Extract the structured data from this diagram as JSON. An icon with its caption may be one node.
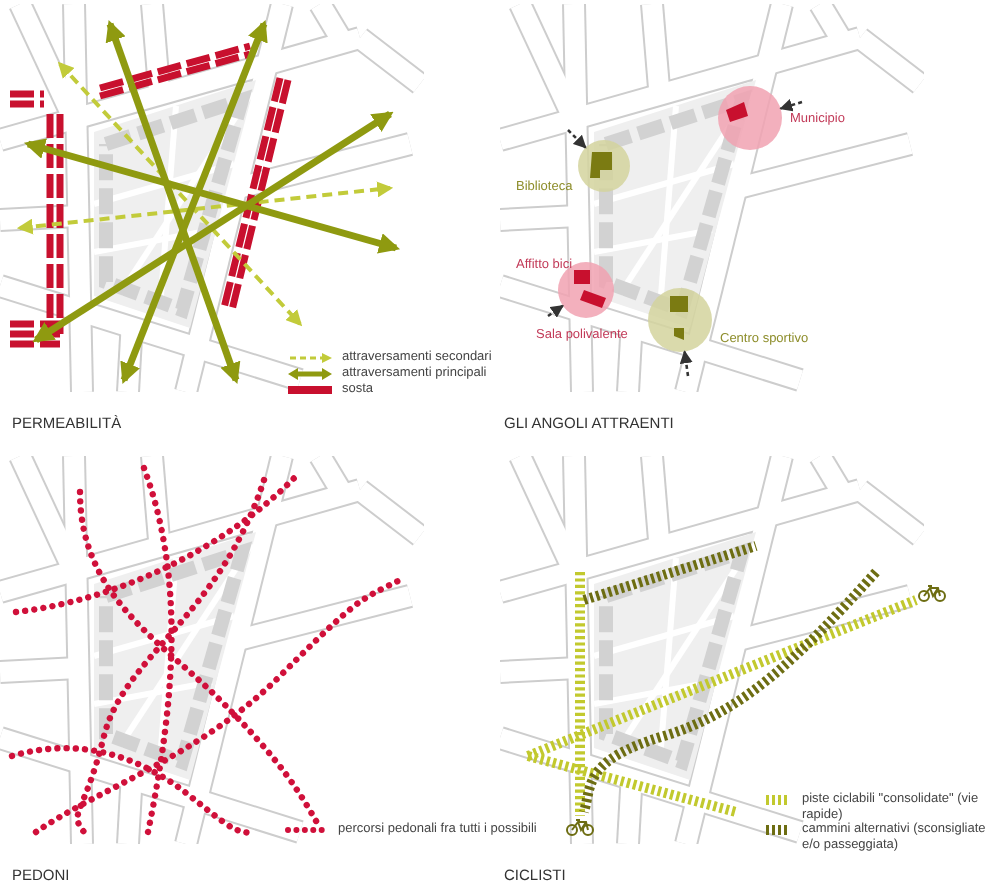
{
  "diagram": {
    "nodes": [
      {
        "text": [],
        "shape": "circle",
        "beside": [
          "Municipio"
        ]
      },
      {
        "text": [],
        "shape": "circle",
        "beside": [
          "Biblioteca"
        ]
      },
      {
        "text": [],
        "shape": "circle",
        "beside": [
          "Affitto bici",
          "Sala polivalente"
        ]
      },
      {
        "text": [],
        "shape": "circle",
        "beside": [
          "Centro sportivo"
        ]
      }
    ],
    "edges": [
      {
        "from": null,
        "to": 0,
        "arrow": "to",
        "style": "dashed"
      },
      {
        "from": null,
        "to": 1,
        "arrow": "to",
        "style": "dashed"
      },
      {
        "from": null,
        "to": 2,
        "arrow": "to",
        "style": "dashed"
      },
      {
        "from": null,
        "to": 3,
        "arrow": "to",
        "style": "dashed"
      }
    ],
    "labels": [
      "PERMEABILITÀ",
      "GLI ANGOLI ATTRAENTI",
      "PEDONI",
      "CICLISTI"
    ],
    "legend": [
      {
        "text": "attraversamenti secondari"
      },
      {
        "text": "attraversamenti principali"
      },
      {
        "text": "sosta",
        "color": "#c8102e"
      },
      {
        "text": "percorsi pedonali fra tutti i possibili"
      },
      {
        "text": "piste ciclabili \"consolidate\" (vie rapide)"
      },
      {
        "text": "cammini alternativi (sconsigliate e/o passeggiata)"
      }
    ]
  }
}
